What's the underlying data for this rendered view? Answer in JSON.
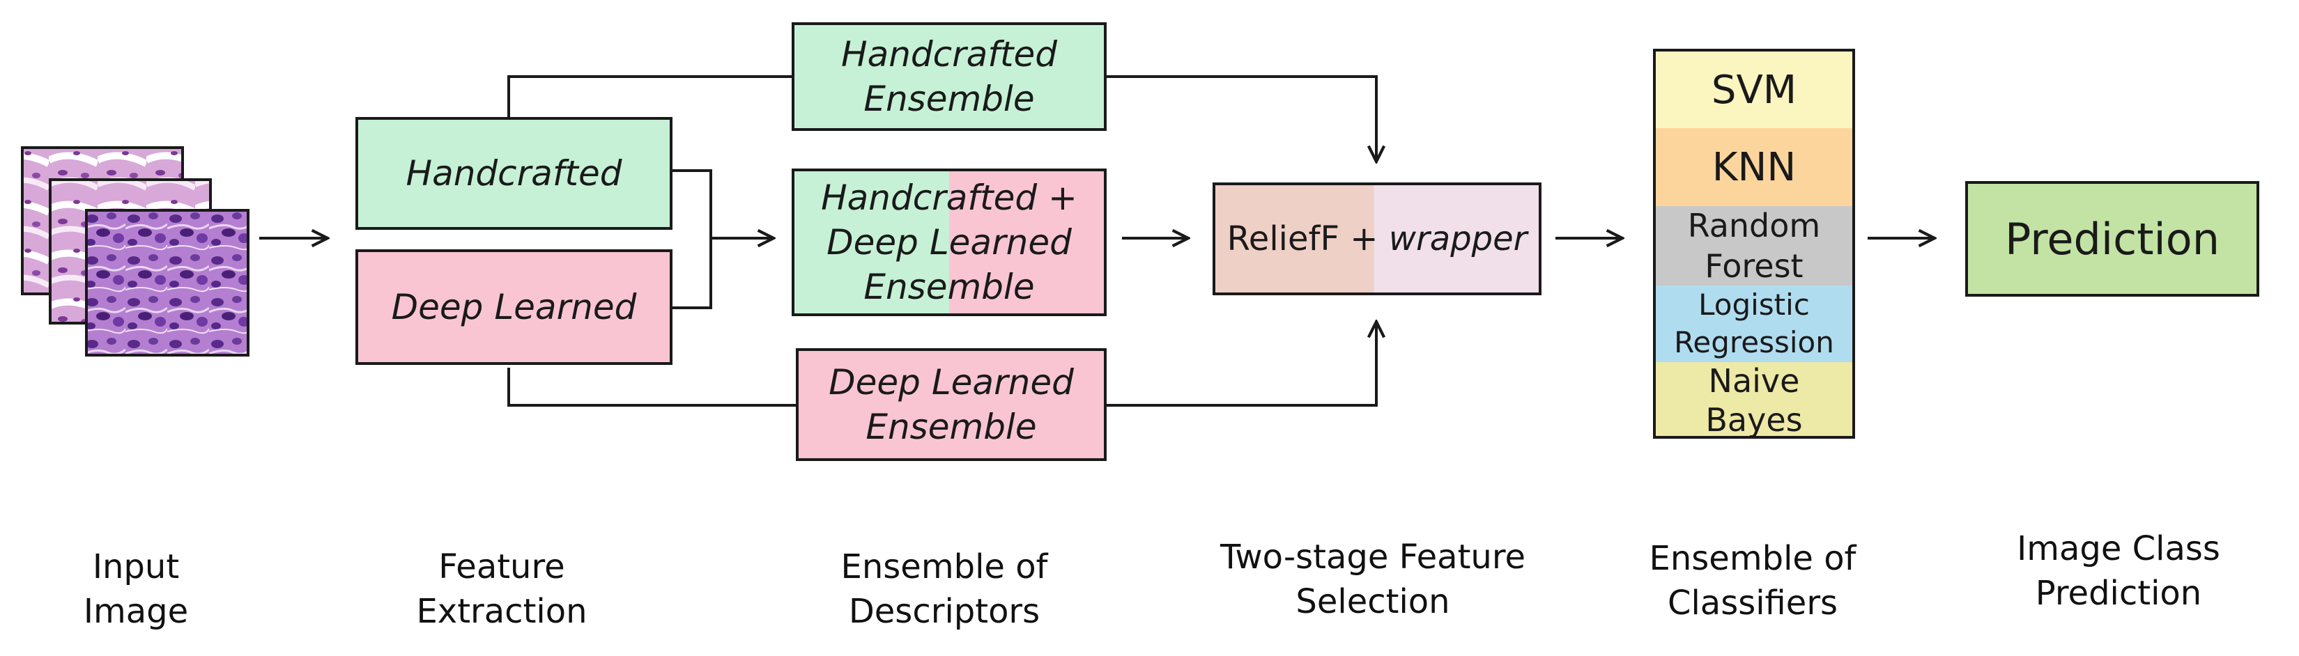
{
  "input_image": {
    "alt": "stacked histopathology image tiles"
  },
  "feature_extraction": {
    "handcrafted": "Handcrafted",
    "deep_learned": "Deep Learned"
  },
  "ensemble_descriptors": {
    "handcrafted_ensemble": "Handcrafted\nEnsemble",
    "combined_ensemble": "Handcrafted +\nDeep Learned\nEnsemble",
    "deep_ensemble": "Deep Learned\nEnsemble"
  },
  "feature_selection": {
    "relieff": "ReliefF + ",
    "wrapper": "wrapper"
  },
  "classifiers": [
    {
      "label": "SVM",
      "color": "#fbf6c0"
    },
    {
      "label": "KNN",
      "color": "#fcd59d"
    },
    {
      "label": "Random\nForest",
      "color": "#c8c8c8"
    },
    {
      "label": "Logistic\nRegression",
      "color": "#b0dcef"
    },
    {
      "label": "Naive\nBayes",
      "color": "#ede9a6"
    }
  ],
  "prediction": {
    "label": "Prediction",
    "color": "#c3e3a4"
  },
  "stages": {
    "input": "Input\nImage",
    "feature_extraction": "Feature\nExtraction",
    "ensemble_descriptors": "Ensemble of\nDescriptors",
    "feature_selection": "Two-stage Feature\nSelection",
    "ensemble_classifiers": "Ensemble of\nClassifiers",
    "image_class": "Image Class\nPrediction"
  },
  "colors": {
    "green": "#c6f1d6",
    "pink": "#f9c5d3",
    "relieff_bg": "#efd0c6",
    "wrapper_bg": "#f1e0ea",
    "tissue_purple": "#8a5fb5"
  }
}
